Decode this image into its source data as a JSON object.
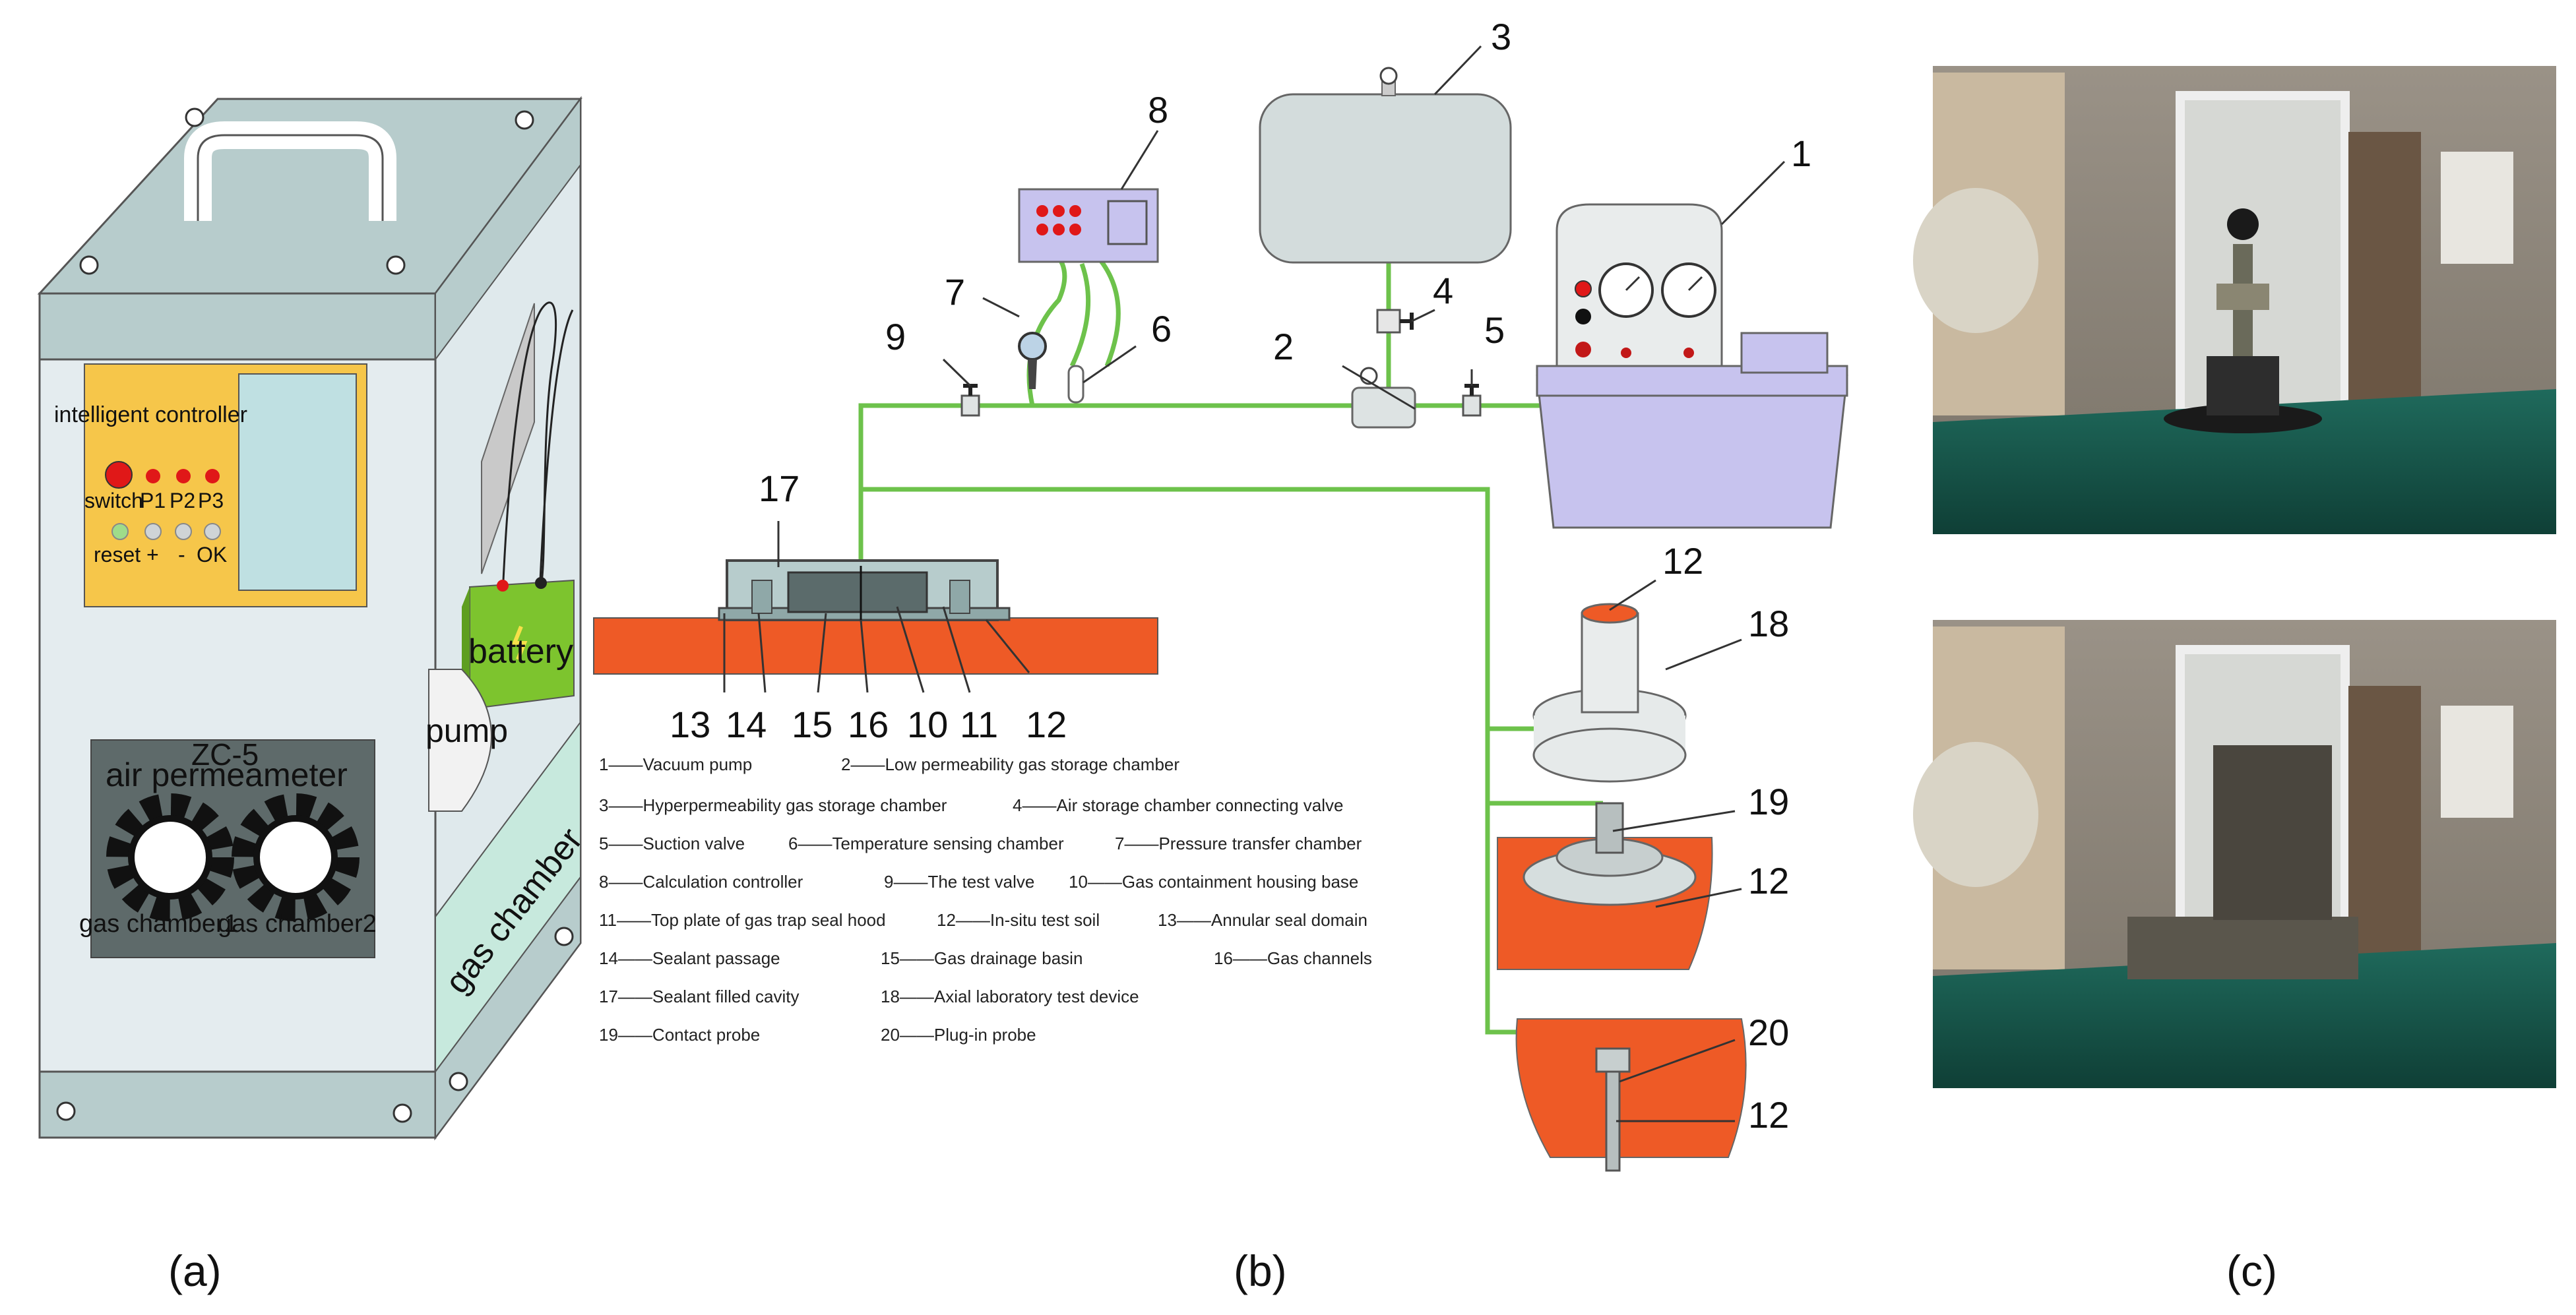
{
  "panel_a": {
    "controller_label": "intelligent controller",
    "buttons": {
      "switch": "switch",
      "p1": "P1",
      "p2": "P2",
      "p3": "P3",
      "reset": "reset",
      "plus": "+",
      "minus": "-",
      "ok": "OK"
    },
    "model": "ZC-5",
    "device_name": "air permeameter",
    "chamber1": "gas chamber1",
    "chamber2": "gas chamber2",
    "battery": "battery",
    "pump": "pump",
    "gas_chamber": "gas chamber",
    "caption": "(a)"
  },
  "panel_b": {
    "numbers": {
      "n1": "1",
      "n2": "2",
      "n3": "3",
      "n4": "4",
      "n5": "5",
      "n6": "6",
      "n7": "7",
      "n8": "8",
      "n9": "9",
      "n10": "10",
      "n11": "11",
      "n12": "12",
      "n13": "13",
      "n14": "14",
      "n15": "15",
      "n16": "16",
      "n17": "17",
      "n18": "18",
      "n19": "19",
      "n20": "20"
    },
    "legend": [
      "1——Vacuum pump",
      "2——Low permeability gas storage chamber",
      "3——Hyperpermeability gas storage chamber",
      "4——Air storage chamber connecting valve",
      "5——Suction valve",
      "6——Temperature sensing chamber",
      "7——Pressure transfer chamber",
      "8——Calculation controller",
      "9——The test valve",
      "10——Gas containment housing base",
      "11——Top plate of gas trap seal hood",
      "12——In-situ test soil",
      "13——Annular seal domain",
      "14——Sealant passage",
      "15——Gas drainage basin",
      "16——Gas channels",
      "17——Sealant filled cavity",
      "18——Axial laboratory test device",
      "19——Contact probe",
      "20——Plug-in probe"
    ],
    "caption": "(b)"
  },
  "panel_c": {
    "caption": "(c)"
  },
  "colors": {
    "pipe": "#6dc24b",
    "soil": "#ee5a26",
    "teal": "#b8cfcf",
    "controller": "#f6c64a",
    "pump": "#c7c3ee"
  }
}
